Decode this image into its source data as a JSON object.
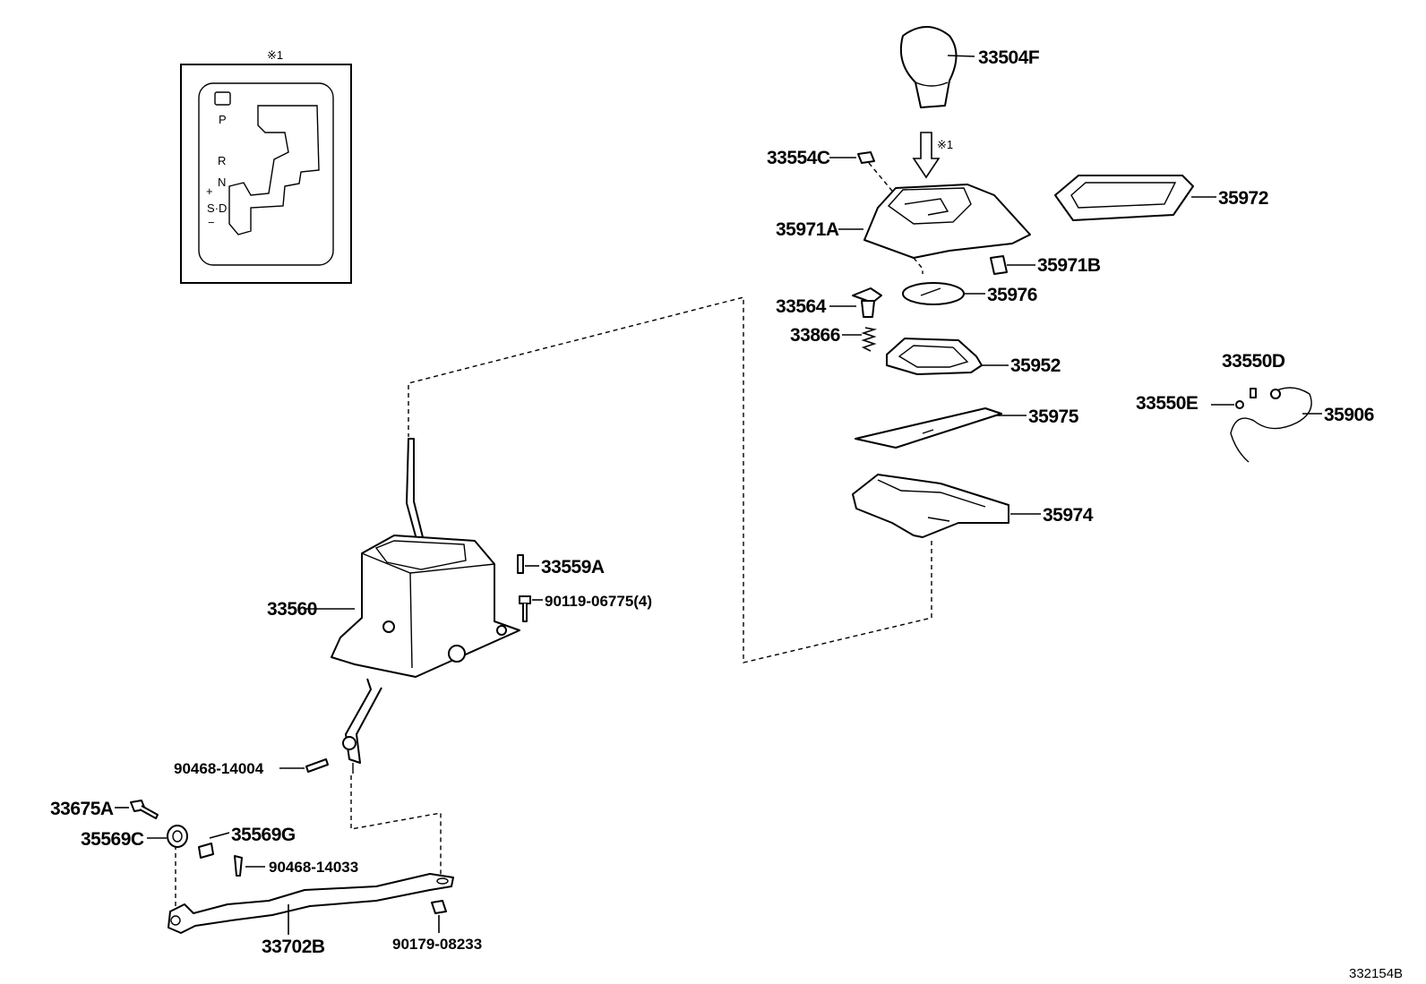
{
  "inset": {
    "mark": "※1",
    "gate_labels": [
      "P",
      "R",
      "N",
      "+",
      "S·D",
      "−"
    ]
  },
  "arrow_mark": "※1",
  "parts": {
    "p33504F": "33504F",
    "p33554C": "33554C",
    "p35971A": "35971A",
    "p35972": "35972",
    "p35971B": "35971B",
    "p33564": "33564",
    "p35976": "35976",
    "p33866": "33866",
    "p35952": "35952",
    "p33550D": "33550D",
    "p33550E": "33550E",
    "p35906": "35906",
    "p35975": "35975",
    "p35974": "35974",
    "p33559A": "33559A",
    "p90119": "90119-06775(4)",
    "p33560": "33560",
    "p90468_14004": "90468-14004",
    "p33675A": "33675A",
    "p35569C": "35569C",
    "p35569G": "35569G",
    "p90468_14033": "90468-14033",
    "p33702B": "33702B",
    "p90179": "90179-08233"
  },
  "diagram_id": "332154B"
}
